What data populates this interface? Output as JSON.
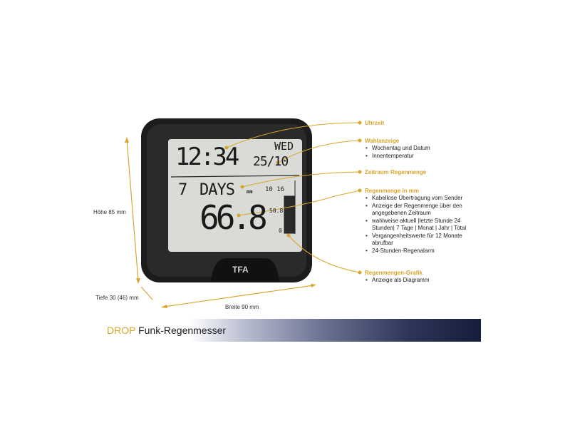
{
  "callouts": [
    {
      "title": "Uhrzeit",
      "bullets": []
    },
    {
      "title": "Wahlanzeige",
      "bullets": [
        "Wochentag und Datum",
        "Innentemperatur"
      ]
    },
    {
      "title": "Zeitraum Regenmenge",
      "bullets": []
    },
    {
      "title": "Regenmenge in mm",
      "bullets": [
        "Kabellose Übertragung vom Sender",
        "Anzeige der Regenmenge über den angegebenen Zeitraum",
        "wahlweise aktuell |letzte Stunde 24 Stunden| 7 Tage | Monat | Jahr | Total",
        "Vergangenheitswerte für 12 Monate abrufbar",
        "24-Stunden-Regenalarm"
      ]
    },
    {
      "title": "Regenmengen-Grafik",
      "bullets": [
        "Anzeige als Diagramm"
      ]
    }
  ],
  "dimensions": {
    "height": "Höhe 85 mm",
    "depth": "Tiefe 30 (46) mm",
    "width": "Breite 90 mm"
  },
  "display": {
    "time": "12:34",
    "weekday": "WED",
    "date": "25/10",
    "period_num": "7",
    "period": "DAYS",
    "unit": "mm",
    "signal_value": "10 16",
    "rain": "66.8",
    "scale_top": "50.8",
    "scale_bottom": "0"
  },
  "brand_logo": "TFA",
  "banner": {
    "product": "DROP",
    "name": "Funk-Regenmesser"
  },
  "colors": {
    "accent": "#d9a52b",
    "banner_dark": "#151d3b"
  }
}
